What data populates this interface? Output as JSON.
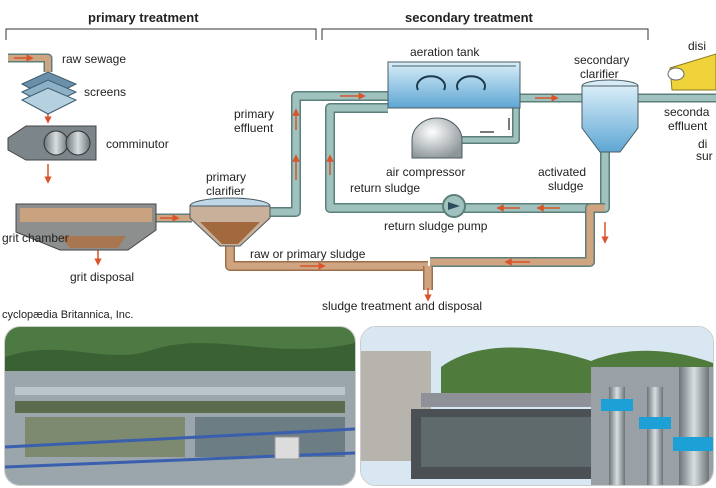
{
  "headers": {
    "primary": "primary treatment",
    "secondary": "secondary treatment"
  },
  "labels": {
    "raw_sewage": "raw sewage",
    "screens": "screens",
    "comminutor": "comminutor",
    "grit_chamber": "grit chamber",
    "grit_disposal": "grit disposal",
    "primary_clarifier_1": "primary",
    "primary_clarifier_2": "clarifier",
    "primary_effluent_1": "primary",
    "primary_effluent_2": "effluent",
    "aeration_tank": "aeration tank",
    "air_compressor": "air compressor",
    "secondary_clarifier_1": "secondary",
    "secondary_clarifier_2": "clarifier",
    "activated_sludge_1": "activated",
    "activated_sludge_2": "sludge",
    "return_sludge": "return sludge",
    "return_sludge_pump": "return sludge pump",
    "raw_or_primary_sludge": "raw or primary sludge",
    "sludge_treatment": "sludge treatment and disposal",
    "secondary_effluent_1": "seconda",
    "secondary_effluent_2": "effluent",
    "disinfection_1": "disi",
    "disinfection_2": "di",
    "disinfection_3": "sur",
    "credit": "cyclopædia Britannica, Inc."
  },
  "colors": {
    "pipe_fill": "#9fc2be",
    "pipe_edge": "#5d7f7c",
    "sludge_fill": "#cfa581",
    "sludge_edge": "#9c6e4a",
    "arrow": "#d9542b",
    "water": "#7fb8dc"
  }
}
